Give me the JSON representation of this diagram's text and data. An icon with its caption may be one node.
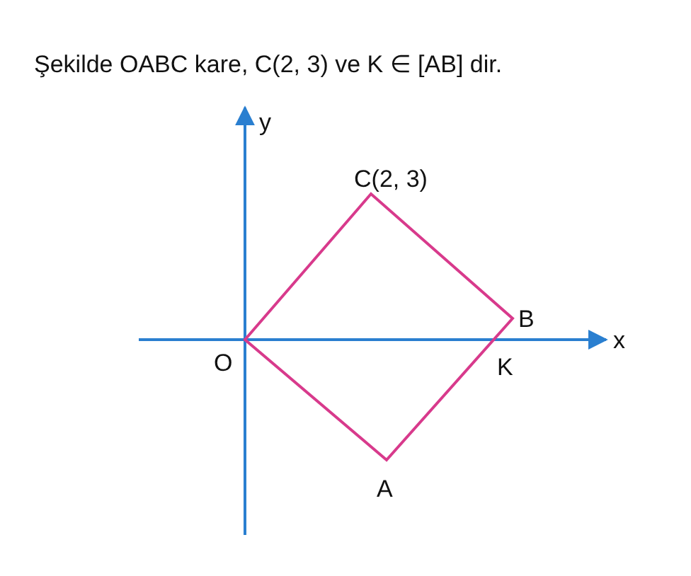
{
  "diagram": {
    "title": "Şekilde OABC kare, C(2, 3) ve K ∈ [AB] dir.",
    "labels": [
      "y",
      "C(2, 3)",
      "B",
      "O",
      "K",
      "x",
      "A"
    ]
  }
}
